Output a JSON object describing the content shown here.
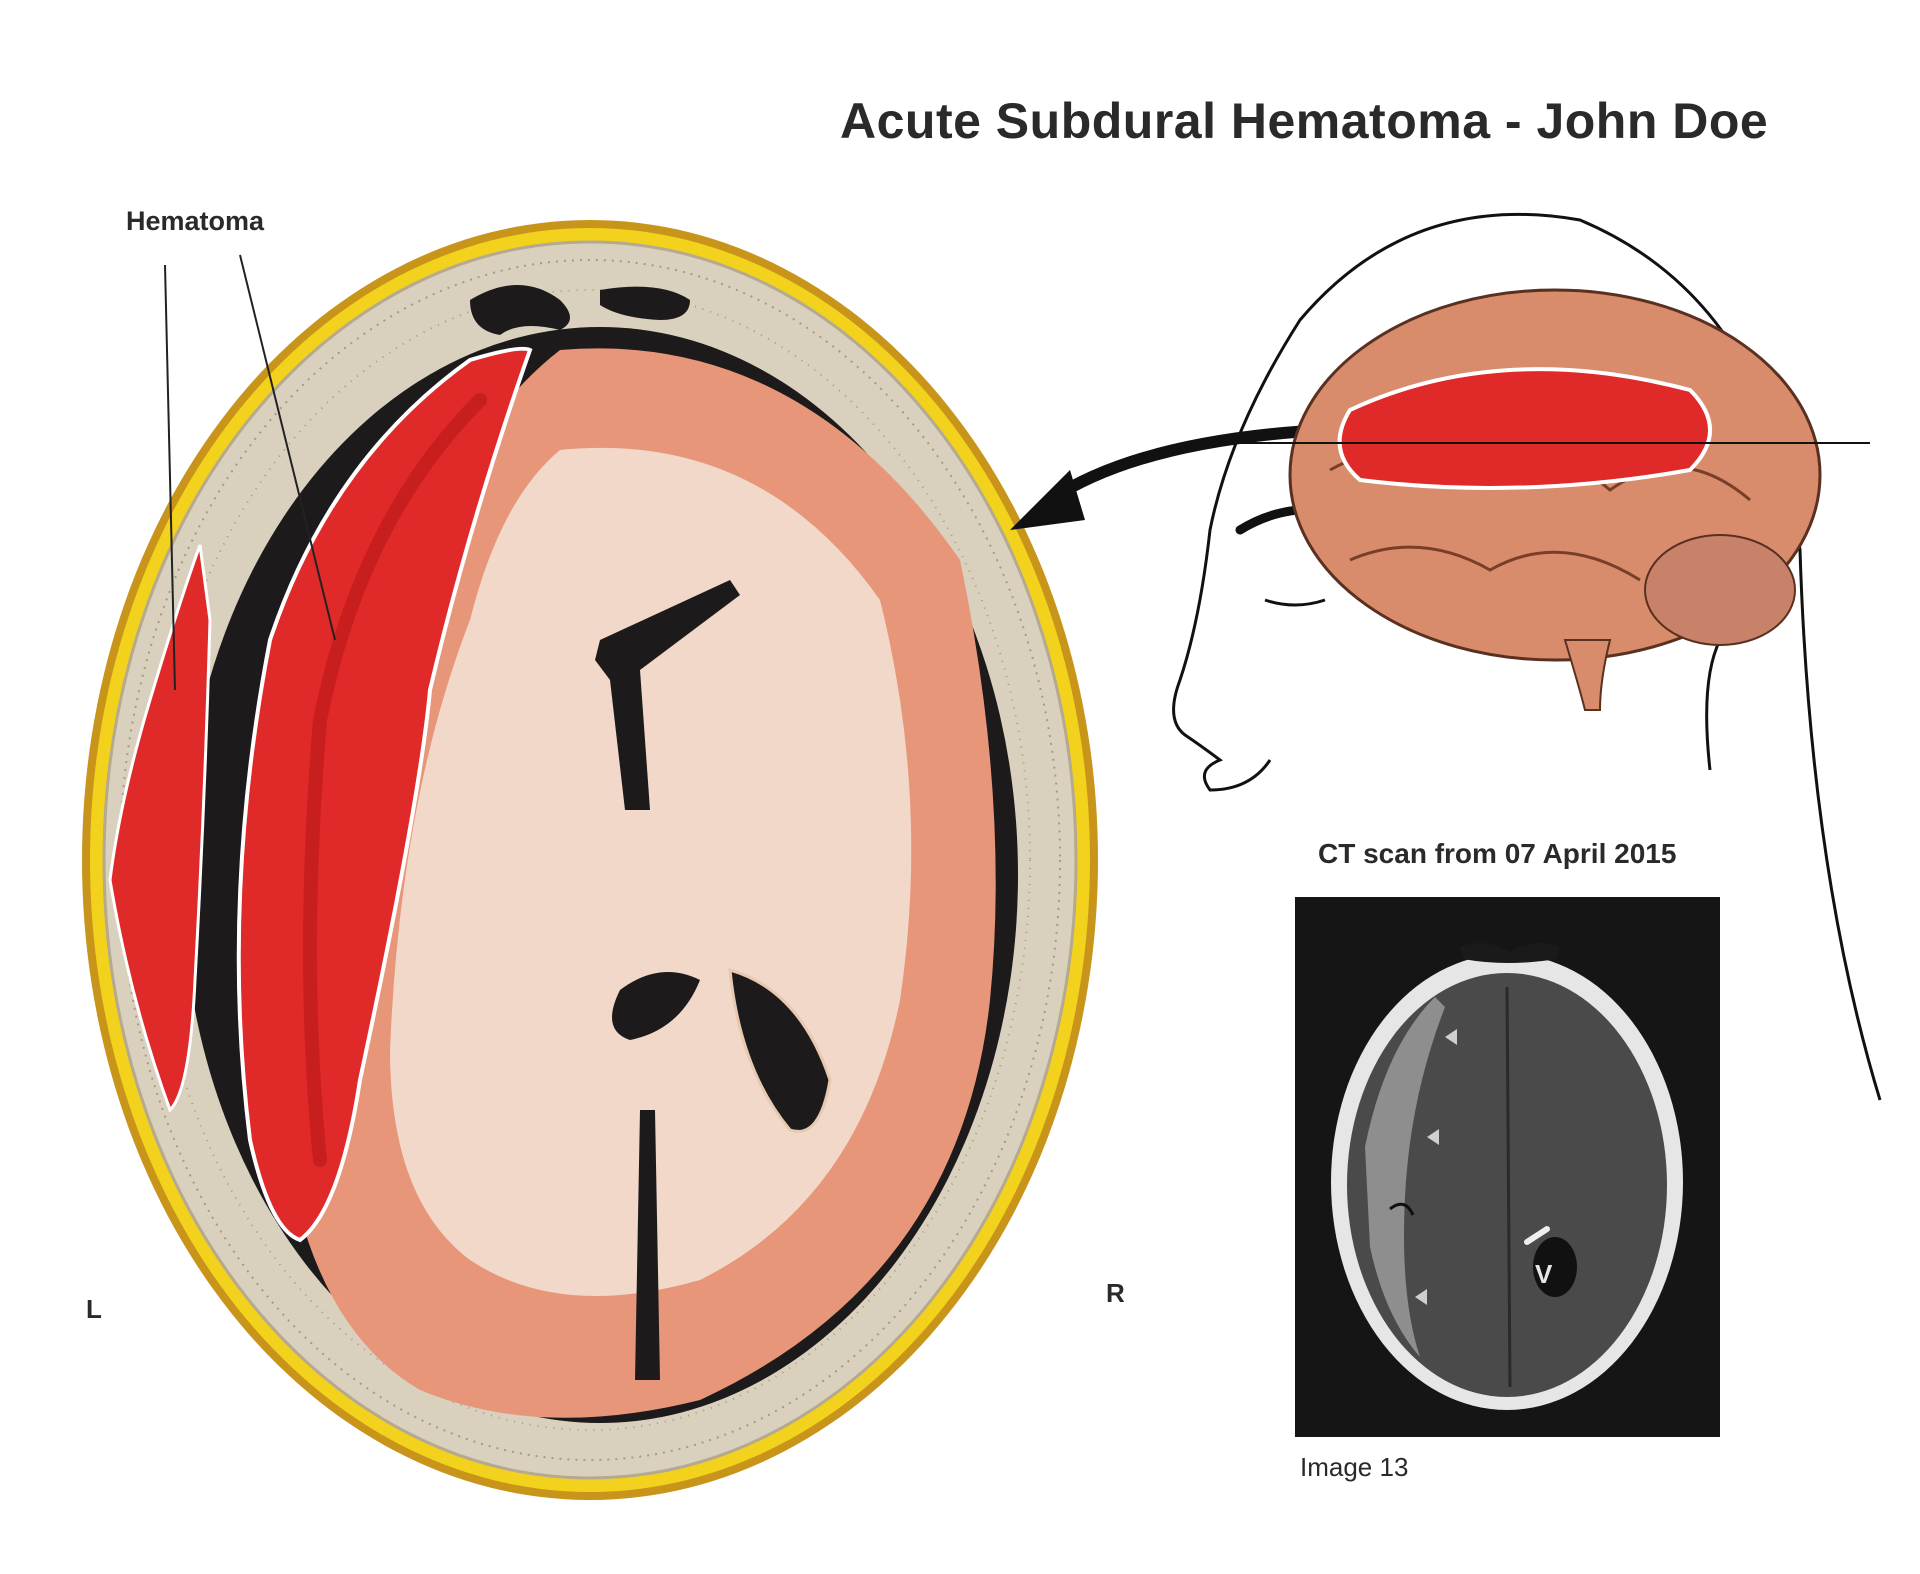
{
  "title": "Acute Subdural Hematoma - John Doe",
  "labels": {
    "hematoma": "Hematoma",
    "left_side": "L",
    "right_side": "R"
  },
  "ct_scan": {
    "title": "CT scan from 07 April 2015",
    "ventricle_marker": "V",
    "image_number": "Image 13"
  },
  "colors": {
    "hematoma_red": "#e02a2a",
    "brain_cortex": "#e8967a",
    "white_matter": "#f1d8c8",
    "skull_bone": "#d9d0be",
    "fat_layer": "#f2d21c",
    "ventricle_black": "#1c1a1a"
  }
}
